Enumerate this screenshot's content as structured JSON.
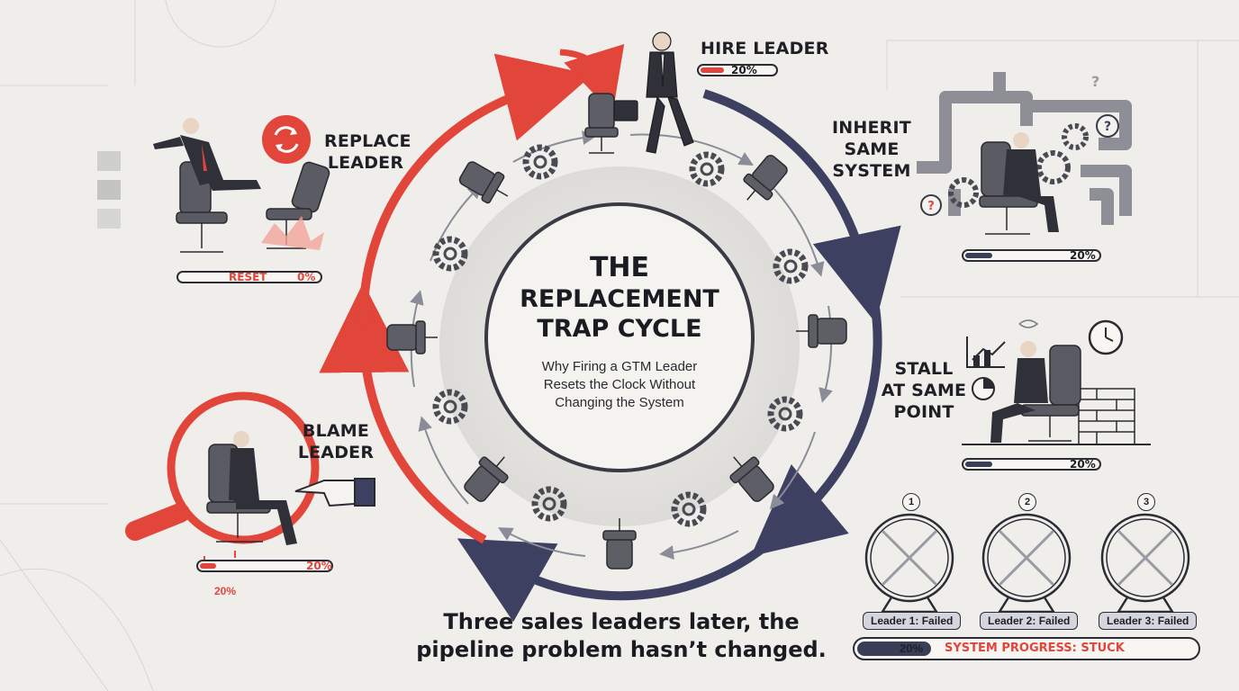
{
  "title": {
    "line1": "THE",
    "line2": "REPLACEMENT",
    "line3": "TRAP CYCLE"
  },
  "subtitle": {
    "line1": "Why Firing a GTM Leader",
    "line2": "Resets the Clock Without",
    "line3": "Changing the System"
  },
  "stages": {
    "hire": {
      "label": "HIRE LEADER",
      "progress": "20%"
    },
    "inherit": {
      "line1": "INHERIT",
      "line2": "SAME",
      "line3": "SYSTEM",
      "progress": "20%"
    },
    "stall": {
      "line1": "STALL",
      "line2": "AT SAME",
      "line3": "POINT",
      "progress": "20%"
    },
    "blame": {
      "line1": "BLAME",
      "line2": "LEADER",
      "progress": "20%",
      "drop_label": "20%"
    },
    "replace": {
      "line1": "REPLACE",
      "line2": "LEADER",
      "reset_label": "RESET",
      "progress": "0%"
    }
  },
  "wheels": [
    {
      "number": "1",
      "label": "Leader 1: Failed"
    },
    {
      "number": "2",
      "label": "Leader 2: Failed"
    },
    {
      "number": "3",
      "label": "Leader 3: Failed"
    }
  ],
  "system_progress": {
    "value": "20%",
    "label": "SYSTEM PROGRESS: STUCK"
  },
  "tagline": {
    "line1": "Three sales leaders later, the",
    "line2": "pipeline problem hasn’t changed."
  },
  "colors": {
    "red": "#e2453a",
    "navy": "#3d4060",
    "ink": "#1c1c22",
    "bar_fill": "#3b3e58",
    "background": "#efeeeb"
  },
  "icons": [
    "reset-cycle-icon",
    "magnifier-icon",
    "pointing-hand-icon",
    "clock-icon",
    "growth-chart-icon",
    "pie-chart-icon",
    "brick-wall-icon",
    "pipes-icon",
    "gear-icon",
    "office-chair-icon",
    "businessman-icon",
    "hamster-wheel-icon",
    "question-mark-icon"
  ]
}
